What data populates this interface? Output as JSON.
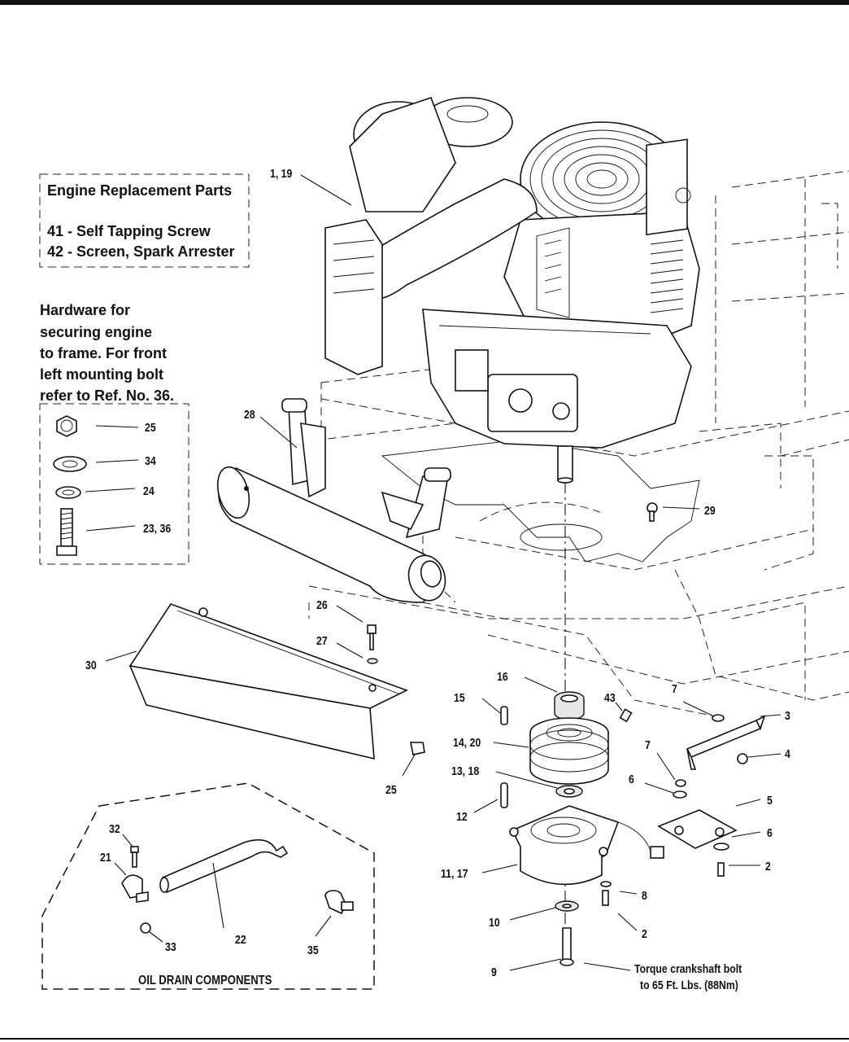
{
  "legend_box": {
    "title": "Engine Replacement Parts",
    "items": [
      "41 - Self Tapping Screw",
      "42 - Screen, Spark Arrester"
    ]
  },
  "hardware_note": {
    "lines": [
      "Hardware for",
      "securing engine",
      "to frame.  For front",
      "left mounting bolt",
      "refer to Ref. No. 36."
    ],
    "items": [
      "25",
      "34",
      "24",
      "23, 36"
    ]
  },
  "oil_drain": {
    "title": "OIL DRAIN COMPONENTS"
  },
  "torque_note": {
    "lines": [
      "Torque crankshaft bolt",
      "to 65 Ft. Lbs. (88Nm)"
    ]
  },
  "callouts": {
    "c1_19": "1, 19",
    "c28": "28",
    "c29": "29",
    "c26": "26",
    "c27": "27",
    "c30": "30",
    "c25": "25",
    "c16": "16",
    "c15": "15",
    "c43": "43",
    "c14_20": "14, 20",
    "c13_18": "13, 18",
    "c12": "12",
    "c11_17": "11, 17",
    "c10": "10",
    "c9": "9",
    "c8": "8",
    "c2a": "2",
    "c2b": "2",
    "c7a": "7",
    "c7b": "7",
    "c3": "3",
    "c4": "4",
    "c5": "5",
    "c6a": "6",
    "c6b": "6",
    "c32": "32",
    "c21": "21",
    "c22": "22",
    "c33": "33",
    "c35": "35"
  }
}
